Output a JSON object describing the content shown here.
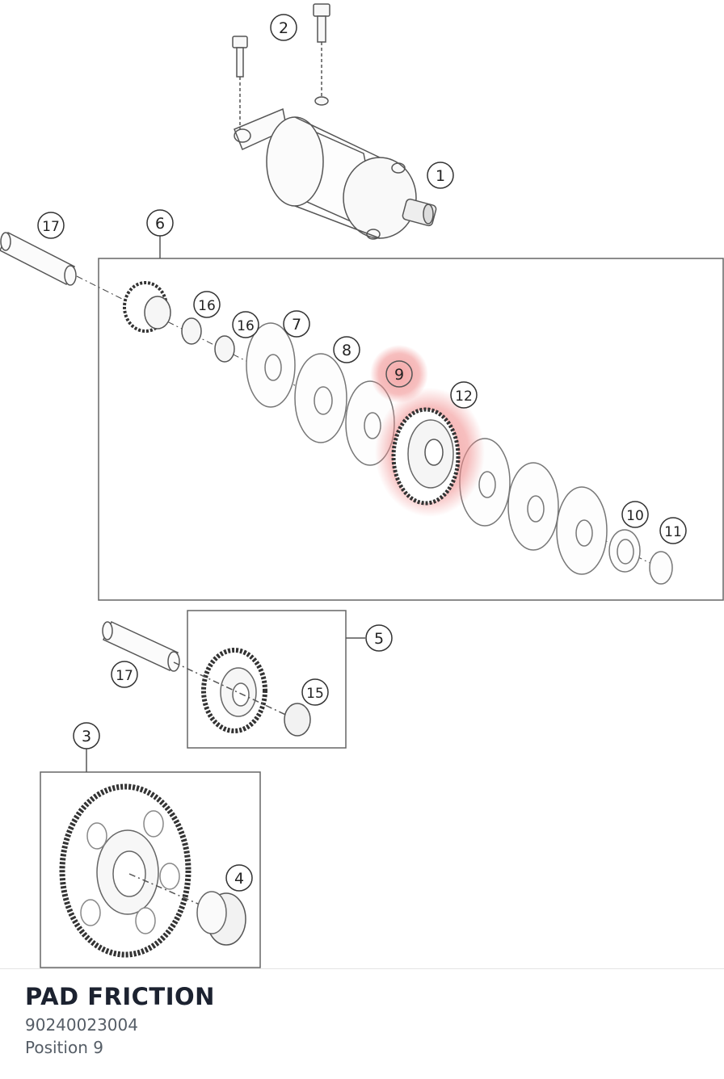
{
  "diagram": {
    "callouts": [
      {
        "id": "c1",
        "label": "1"
      },
      {
        "id": "c2",
        "label": "2"
      },
      {
        "id": "c3",
        "label": "3"
      },
      {
        "id": "c4",
        "label": "4"
      },
      {
        "id": "c5",
        "label": "5"
      },
      {
        "id": "c6",
        "label": "6"
      },
      {
        "id": "c7",
        "label": "7"
      },
      {
        "id": "c8",
        "label": "8"
      },
      {
        "id": "c9",
        "label": "9",
        "highlighted": true
      },
      {
        "id": "c10",
        "label": "10"
      },
      {
        "id": "c11",
        "label": "11"
      },
      {
        "id": "c12",
        "label": "12"
      },
      {
        "id": "c15",
        "label": "15"
      },
      {
        "id": "c16a",
        "label": "16"
      },
      {
        "id": "c16b",
        "label": "16"
      },
      {
        "id": "c17a",
        "label": "17"
      },
      {
        "id": "c17b",
        "label": "17"
      }
    ],
    "highlight_color": "#f08a8a"
  },
  "part": {
    "name": "PAD FRICTION",
    "number": "90240023004",
    "position": "Position 9"
  }
}
